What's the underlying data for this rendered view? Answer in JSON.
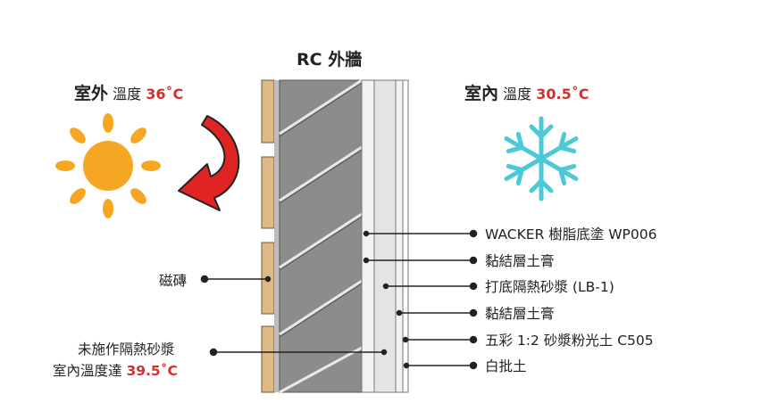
{
  "title": "RC 外牆",
  "outdoor": {
    "label": "室外",
    "temp_label": "溫度",
    "temp": "36˚C"
  },
  "indoor": {
    "label": "室內",
    "temp_label": "溫度",
    "temp": "30.5˚C"
  },
  "icons": {
    "sun": "sun-icon",
    "snowflake": "snowflake-icon",
    "arrow": "curved-arrow-icon"
  },
  "colors": {
    "accent_red": "#d32f2f",
    "sun": "#f5a623",
    "snow": "#4cc9d6",
    "tile": "#deb887",
    "concrete": "#8c8c8c"
  },
  "left_labels": {
    "tile": "磁磚",
    "no_insulation_line1": "未施作隔熱砂漿",
    "no_insulation_line2_prefix": "室內溫度達",
    "no_insulation_temp": "39.5˚C"
  },
  "layers": [
    "WACKER 樹脂底塗 WP006",
    "黏結層土膏",
    "打底隔熱砂漿 (LB-1)",
    "黏結層土膏",
    "五彩 1:2 砂漿粉光土 C505",
    "白批土"
  ]
}
